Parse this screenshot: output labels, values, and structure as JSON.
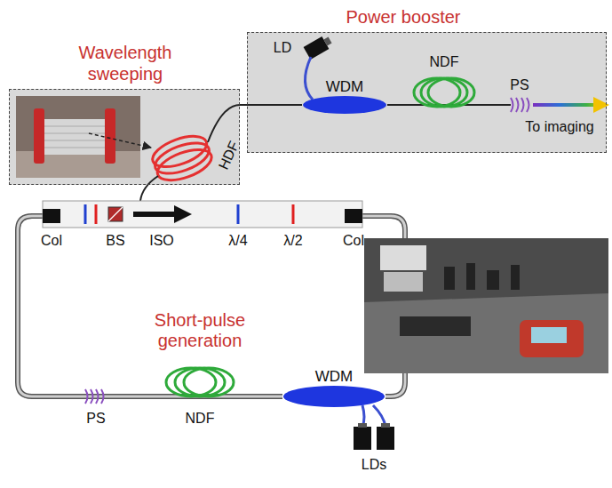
{
  "diagram": {
    "nodes": [
      {
        "text": [
          "Wavelength sweeping"
        ]
      },
      {
        "text": [
          "Power booster"
        ]
      },
      {
        "text": [
          "WDM"
        ],
        "in": 1
      },
      {
        "text": [
          "WDM"
        ]
      }
    ],
    "edges": [
      {
        "from": 0,
        "to": 2,
        "arrow": "none"
      }
    ],
    "labels": [
      "LD",
      "NDF",
      "PS",
      "To imaging",
      "HDF",
      "Col",
      "BS",
      "ISO",
      "λ/4",
      "λ/2",
      "Col",
      "Short-pulse generation",
      "PS",
      "NDF",
      "LDs"
    ]
  }
}
